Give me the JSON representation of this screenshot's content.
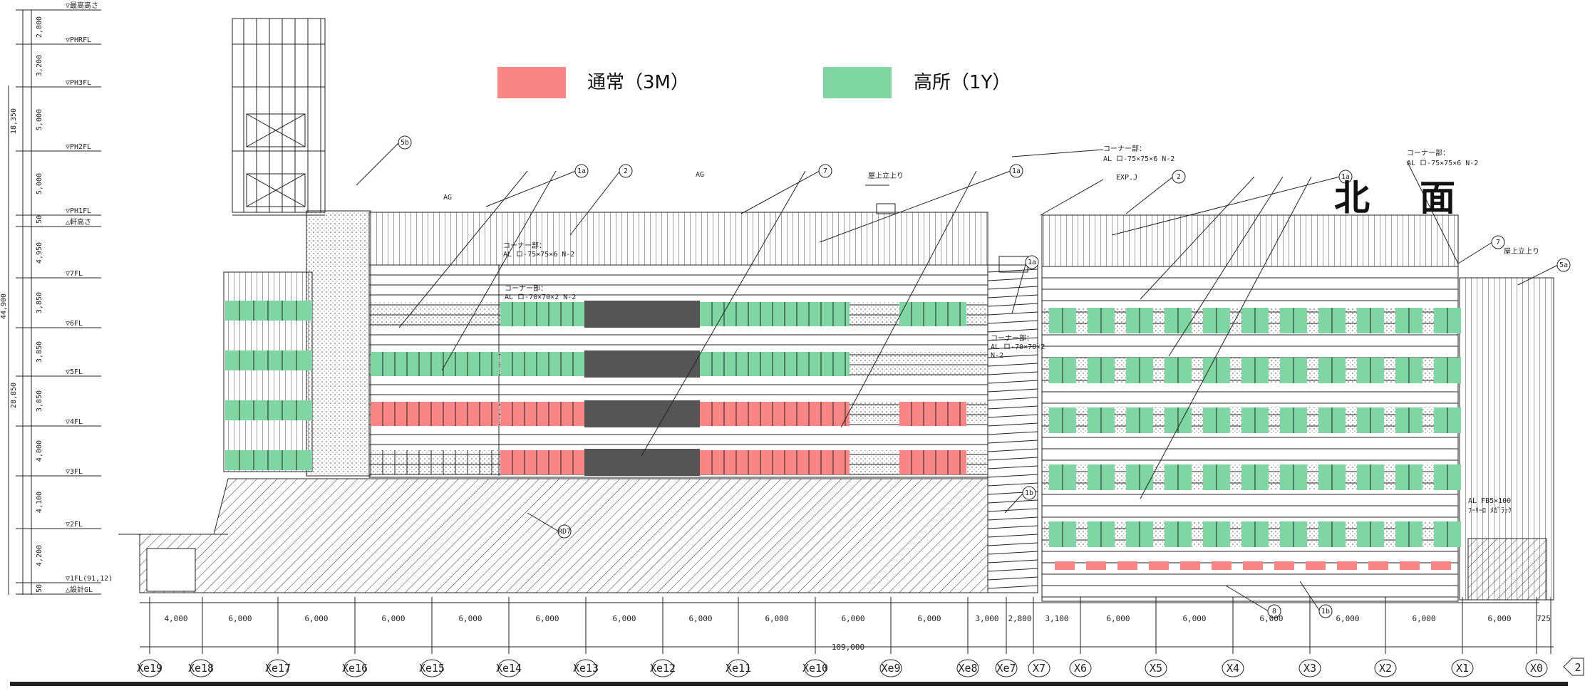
{
  "title": "北　面",
  "legend": {
    "normal": {
      "label": "通常（3M）",
      "color": "#f98585"
    },
    "high": {
      "label": "高所（1Y）",
      "color": "#7fd6a2"
    }
  },
  "colors": {
    "line": "#222222",
    "dark_panel": "#555555"
  },
  "floor_levels": [
    "▽最高高さ",
    "▽PHRFL",
    "▽PH3FL",
    "▽PH2FL",
    "▽PH1FL",
    "△軒高さ",
    "▽7FL",
    "▽6FL",
    "▽5FL",
    "▽4FL",
    "▽3FL",
    "▽2FL",
    "▽1FL(91,12)",
    "△設計GL"
  ],
  "vertical_dims": [
    "2,800",
    "3,200",
    "5,000",
    "5,000",
    "50",
    "4,950",
    "3,850",
    "3,850",
    "3,850",
    "4,000",
    "4,100",
    "4,200",
    "50"
  ],
  "total_dims": [
    "18,350",
    "28,850",
    "44,900"
  ],
  "bay_dims": [
    "4,000",
    "6,000",
    "6,000",
    "6,000",
    "6,000",
    "6,000",
    "6,000",
    "6,000",
    "6,000",
    "6,000",
    "6,000",
    "3,000",
    "2,800",
    "3,100",
    "6,000",
    "6,000",
    "6,000",
    "6,000",
    "6,000",
    "6,000",
    "725"
  ],
  "overall_dim": "109,000",
  "grid_labels": [
    "Xe19",
    "Xe18",
    "Xe17",
    "Xe16",
    "Xe15",
    "Xe14",
    "Xe13",
    "Xe12",
    "Xe11",
    "Xe10",
    "Xe9",
    "Xe8",
    "Xe7",
    "X7",
    "X6",
    "X5",
    "X4",
    "X3",
    "X2",
    "X1",
    "X0"
  ],
  "annotations": {
    "ag1": "AG",
    "ag2": "AG",
    "roof_ladder1": "屋上立上り",
    "roof_ladder2": "屋上立上り",
    "corner1_l1": "コーナー部：",
    "corner1_l2": "AL ロ-75×75×6 N-2",
    "corner2_l1": "コーナー部：",
    "corner2_l2": "AL ロ-70×70×2 N-2",
    "corner3_l1": "コーナー部：",
    "corner3_l2": "AL ロ-75×75×6 N-2",
    "corner4_l1": "コーナー部：",
    "corner4_l2": "AL ロ-75×75×6 N-2",
    "corner5_l1": "コーナー部：",
    "corner5_l2": "AL ロ-70×70×2",
    "corner5_l3": "N-2",
    "expj": "EXP.J",
    "fb": "AL FB5×100",
    "fb2": "ﾌｰﾘｰﾛ ﾒｶﾞﾗｯｸ",
    "tag_5b": "5b",
    "tag_1a_1": "1a",
    "tag_2_1": "2",
    "tag_7_1": "7",
    "tag_1a_2": "1a",
    "tag_1a_3": "1a",
    "tag_1b_1": "1b",
    "tag_1a_4": "1a",
    "tag_2_2": "2",
    "tag_7_2": "7",
    "tag_5a": "5a",
    "tag_8": "8",
    "tag_1b_2": "1b",
    "tag_rd": "RD7",
    "sheet_no": "2"
  }
}
